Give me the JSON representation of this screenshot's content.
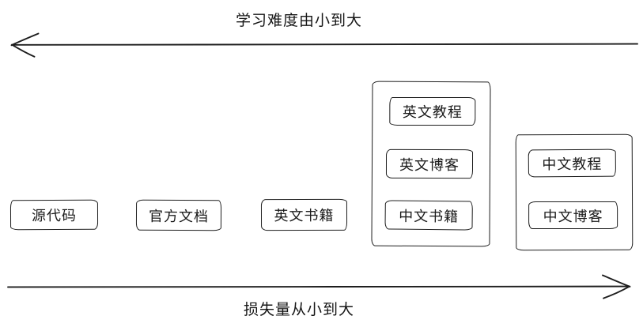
{
  "axes": {
    "top": {
      "label": "学习难度由小到大",
      "direction": "left"
    },
    "bottom": {
      "label": "损失量从小到大",
      "direction": "right"
    }
  },
  "boxes": [
    {
      "label": "源代码"
    },
    {
      "label": "官方文档"
    },
    {
      "label": "英文书籍"
    }
  ],
  "groups": [
    {
      "items": [
        {
          "label": "英文教程"
        },
        {
          "label": "英文博客"
        },
        {
          "label": "中文书籍"
        }
      ]
    },
    {
      "items": [
        {
          "label": "中文教程"
        },
        {
          "label": "中文博客"
        }
      ]
    }
  ],
  "colors": {
    "stroke": "#1d1d1d",
    "background": "#ffffff"
  }
}
